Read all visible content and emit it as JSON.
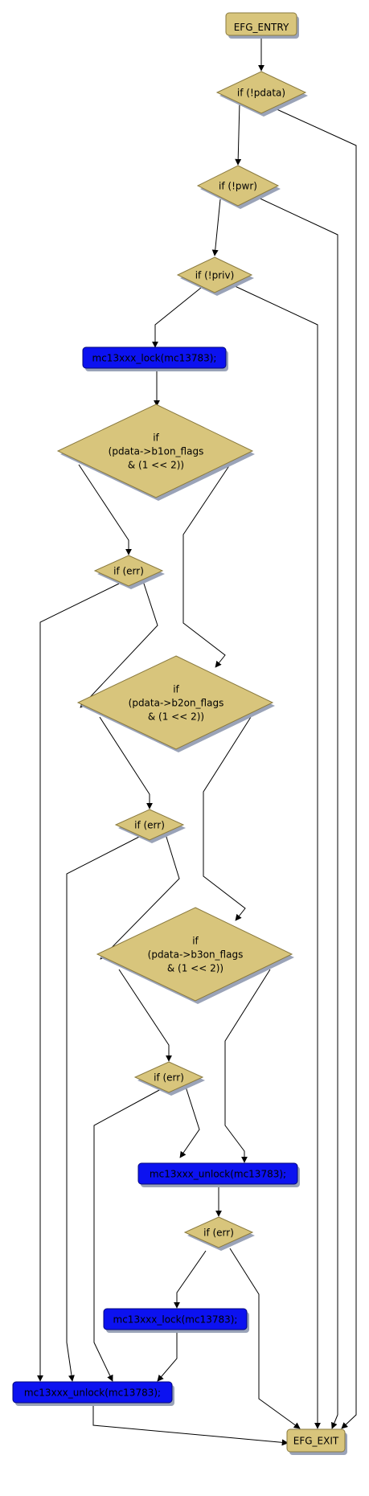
{
  "colors": {
    "cond_fill": "#d8c57c",
    "cond_stroke": "#8a7a3f",
    "action_fill": "#0c12f0",
    "action_stroke": "#05087a",
    "shadow": "#9aa3b8",
    "edge": "#000000"
  },
  "nodes": {
    "entry": "EFG_ENTRY",
    "exit": "EFG_EXIT",
    "cond_pdata": "if (!pdata)",
    "cond_pwr": "if (!pwr)",
    "cond_priv": "if (!priv)",
    "lock_1": "mc13xxx_lock(mc13783);",
    "cond_b1on": [
      "if",
      "(pdata->b1on_flags",
      "& (1 << 2))"
    ],
    "cond_err_1": "if (err)",
    "cond_b2on": [
      "if",
      "(pdata->b2on_flags",
      "& (1 << 2))"
    ],
    "cond_err_2": "if (err)",
    "cond_b3on": [
      "if",
      "(pdata->b3on_flags",
      "& (1 << 2))"
    ],
    "cond_err_3": "if (err)",
    "unlock_1": "mc13xxx_unlock(mc13783);",
    "cond_err_4": "if (err)",
    "lock_2": "mc13xxx_lock(mc13783);",
    "unlock_2": "mc13xxx_unlock(mc13783);"
  }
}
